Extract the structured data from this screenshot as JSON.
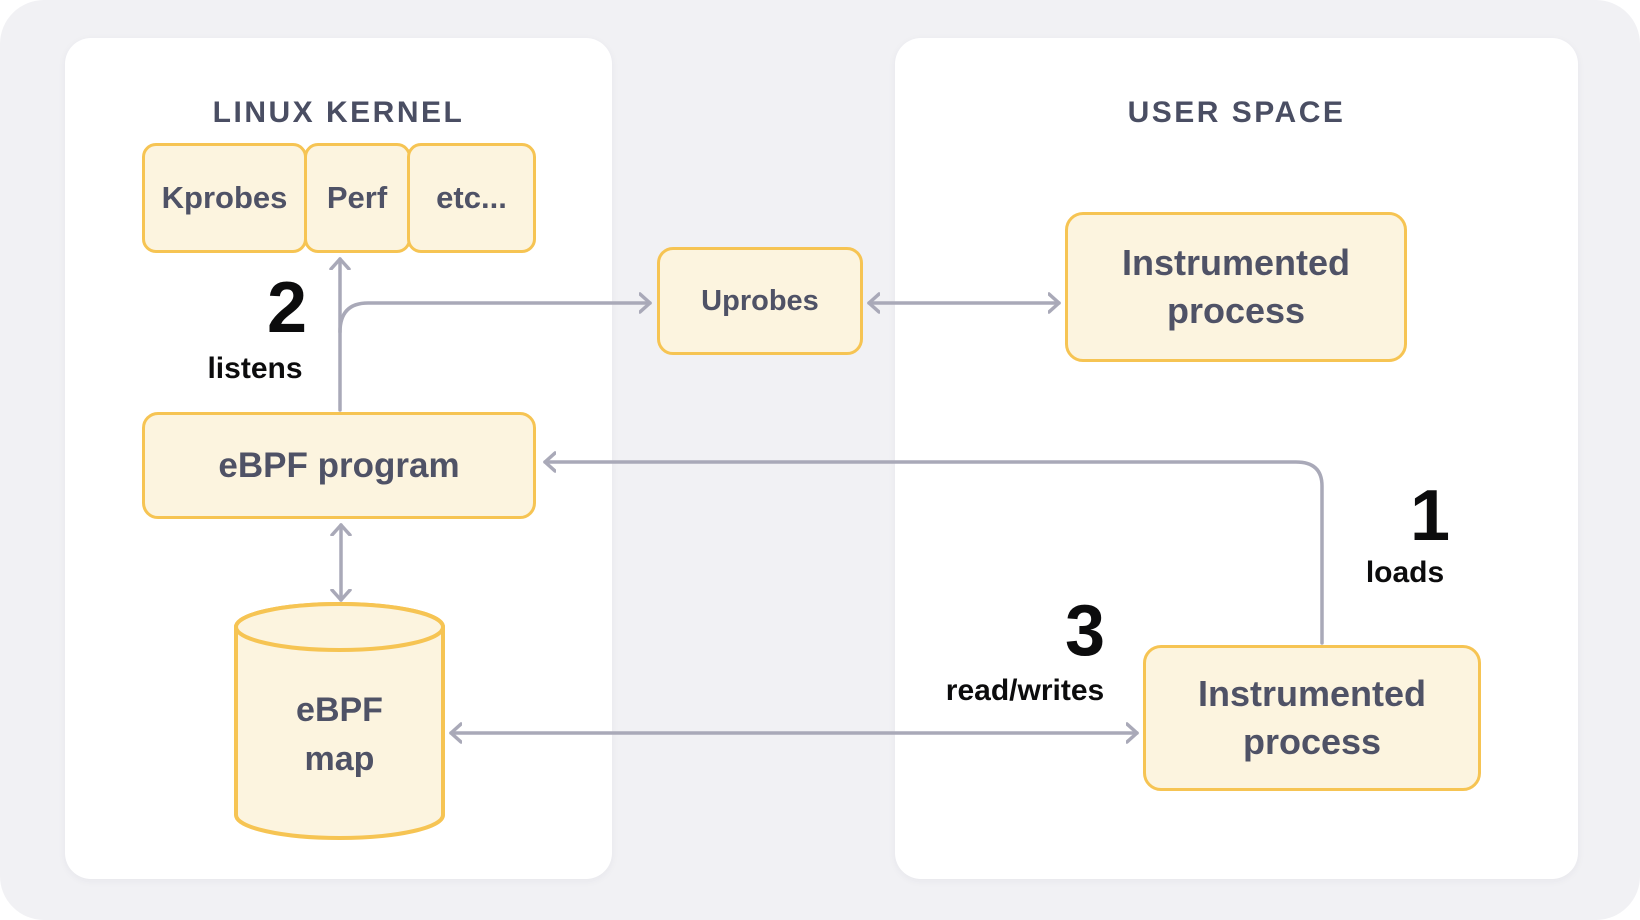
{
  "kernel_panel": {
    "title": "LINUX KERNEL",
    "probe_row": [
      "Kprobes",
      "Perf",
      "etc..."
    ],
    "program": "eBPF program",
    "map": {
      "line1": "eBPF",
      "line2": "map"
    }
  },
  "user_panel": {
    "title": "USER SPACE",
    "process_top": {
      "line1": "Instrumented",
      "line2": "process"
    },
    "process_bottom": {
      "line1": "Instrumented",
      "line2": "process"
    }
  },
  "middle": {
    "uprobes": "Uprobes"
  },
  "steps": {
    "load": {
      "number": "1",
      "label": "loads"
    },
    "listen": {
      "number": "2",
      "label": "listens"
    },
    "readwrite": {
      "number": "3",
      "label": "read/writes"
    }
  },
  "colors": {
    "background": "#F1F1F4",
    "panel": "#FFFFFF",
    "node_fill": "#FCF4DF",
    "node_border": "#F6C453",
    "arrow": "#A9A9B8",
    "heading_text": "#4A4E63",
    "node_text": "#4F5266",
    "step_text": "#0C0C0D"
  }
}
